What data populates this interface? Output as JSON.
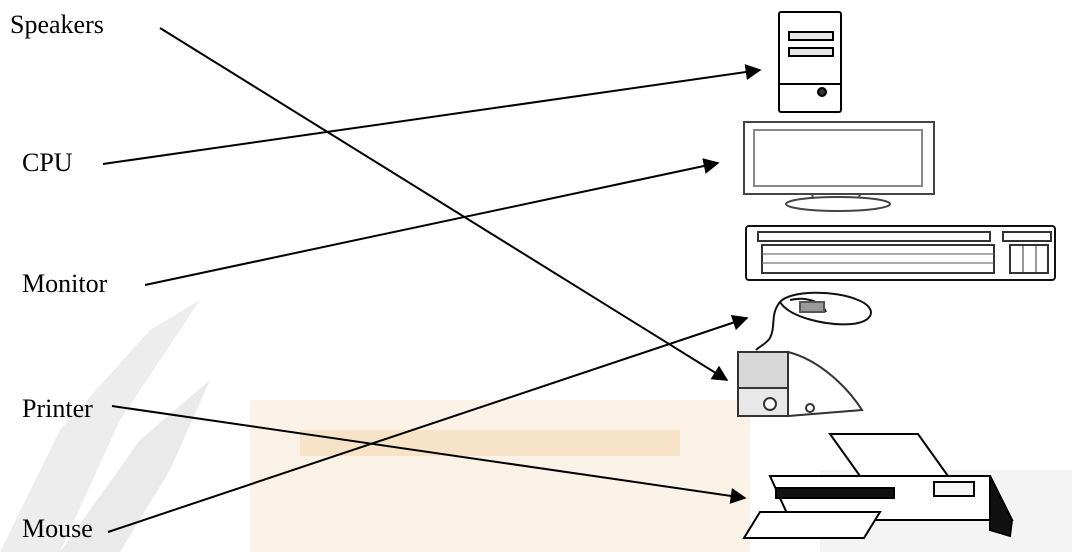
{
  "labels": {
    "speakers": "Speakers",
    "cpu": "CPU",
    "monitor": "Monitor",
    "printer": "Printer",
    "mouse": "Mouse"
  },
  "pictures": [
    "cpu-tower-icon",
    "monitor-icon",
    "keyboard-icon",
    "mouse-icon",
    "speaker-icon",
    "printer-icon"
  ],
  "connections": [
    {
      "from": "Speakers",
      "to": "speaker-icon"
    },
    {
      "from": "CPU",
      "to": "cpu-tower-icon"
    },
    {
      "from": "Monitor",
      "to": "monitor-icon"
    },
    {
      "from": "Printer",
      "to": "printer-icon"
    },
    {
      "from": "Mouse",
      "to": "mouse-icon"
    }
  ],
  "colors": {
    "line": "#000000",
    "watermark": "#e9c08a"
  }
}
